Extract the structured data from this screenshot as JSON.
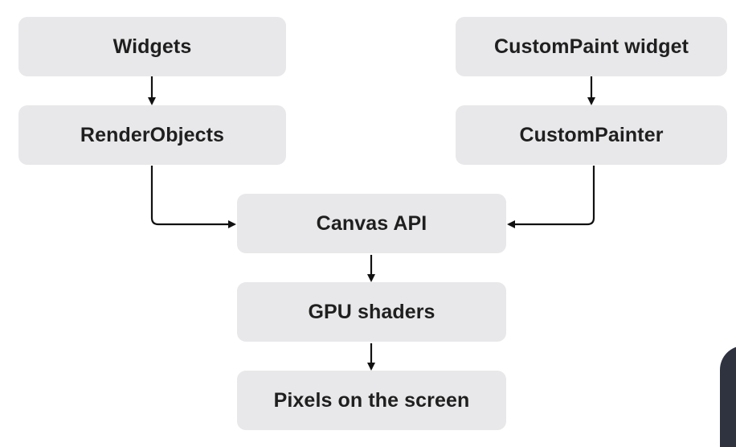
{
  "nodes": {
    "widgets": "Widgets",
    "render_objects": "RenderObjects",
    "custompaint_widget": "CustomPaint widget",
    "custom_painter": "CustomPainter",
    "canvas_api": "Canvas API",
    "gpu_shaders": "GPU shaders",
    "pixels": "Pixels on the screen"
  },
  "colors": {
    "node_fill": "#e8e8ea",
    "text": "#1f1f1f",
    "arrow": "#111111",
    "background": "#ffffff"
  }
}
